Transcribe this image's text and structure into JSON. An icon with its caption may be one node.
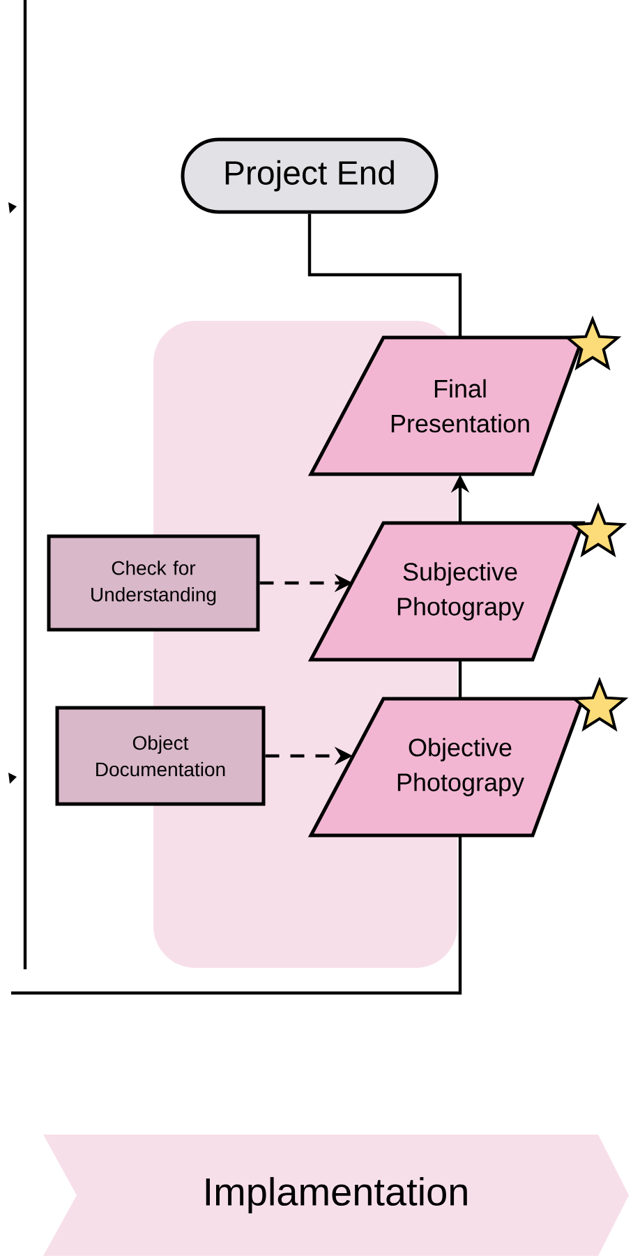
{
  "diagram": {
    "nodes": [
      {
        "text": [
          "Project End"
        ]
      },
      {
        "text": [
          "Final Presentation"
        ]
      },
      {
        "text": [
          "Subjective Photograpy"
        ]
      },
      {
        "text": [
          "Objective Photograpy"
        ]
      },
      {
        "text": [
          "Check for Understanding"
        ]
      },
      {
        "text": [
          "Object Documentation"
        ]
      },
      {
        "text": [
          "Implamentation"
        ]
      }
    ],
    "edges": [
      {
        "from": 0,
        "to": 1,
        "arrow": "none"
      },
      {
        "from": 2,
        "to": 1,
        "arrow": "to"
      },
      {
        "from": 3,
        "to": 2,
        "arrow": "none"
      },
      {
        "from": 4,
        "to": 2,
        "arrow": "to",
        "style": "dashed"
      },
      {
        "from": 5,
        "to": 3,
        "arrow": "to",
        "style": "dashed"
      },
      {
        "from": 3,
        "to": null,
        "arrow": "none"
      }
    ]
  }
}
